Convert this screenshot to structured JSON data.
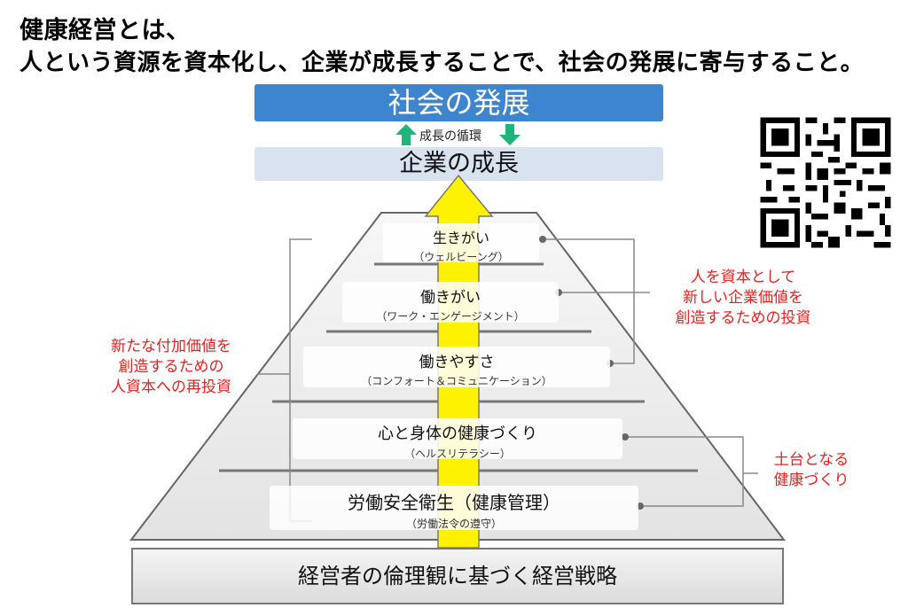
{
  "headline": {
    "line1": "健康経営とは、",
    "line2": "人という資源を資本化し、企業が成長することで、社会の発展に寄与すること。"
  },
  "top_boxes": {
    "society": "社会の発展",
    "cycle": "成長の循環",
    "growth": "企業の成長"
  },
  "layers": [
    {
      "main": "生きがい",
      "sub": "（ウェルビーング）"
    },
    {
      "main": "働きがい",
      "sub": "（ワーク・エンゲージメント）"
    },
    {
      "main": "働きやすさ",
      "sub": "（コンフォート＆コミュニケーション）"
    },
    {
      "main": "心と身体の健康づくり",
      "sub": "（ヘルスリテラシー）"
    },
    {
      "main": "労働安全衛生（健康管理）",
      "sub": "（労働法令の遵守）"
    }
  ],
  "base": "経営者の倫理観に基づく経営戦略",
  "notes": {
    "right_top": [
      "人を資本として",
      "新しい企業価値を",
      "創造するための投資"
    ],
    "right_bottom": [
      "土台となる",
      "健康づくり"
    ],
    "left": [
      "新たな付加価値を",
      "創造するための",
      "人資本への再投資"
    ]
  },
  "colors": {
    "society_blue": "#3d86cf",
    "growth_blue": "#d9e3f0",
    "arrow_yellow": "#fff200",
    "cycle_green": "#1fb47a",
    "note_red": "#e8201e"
  }
}
